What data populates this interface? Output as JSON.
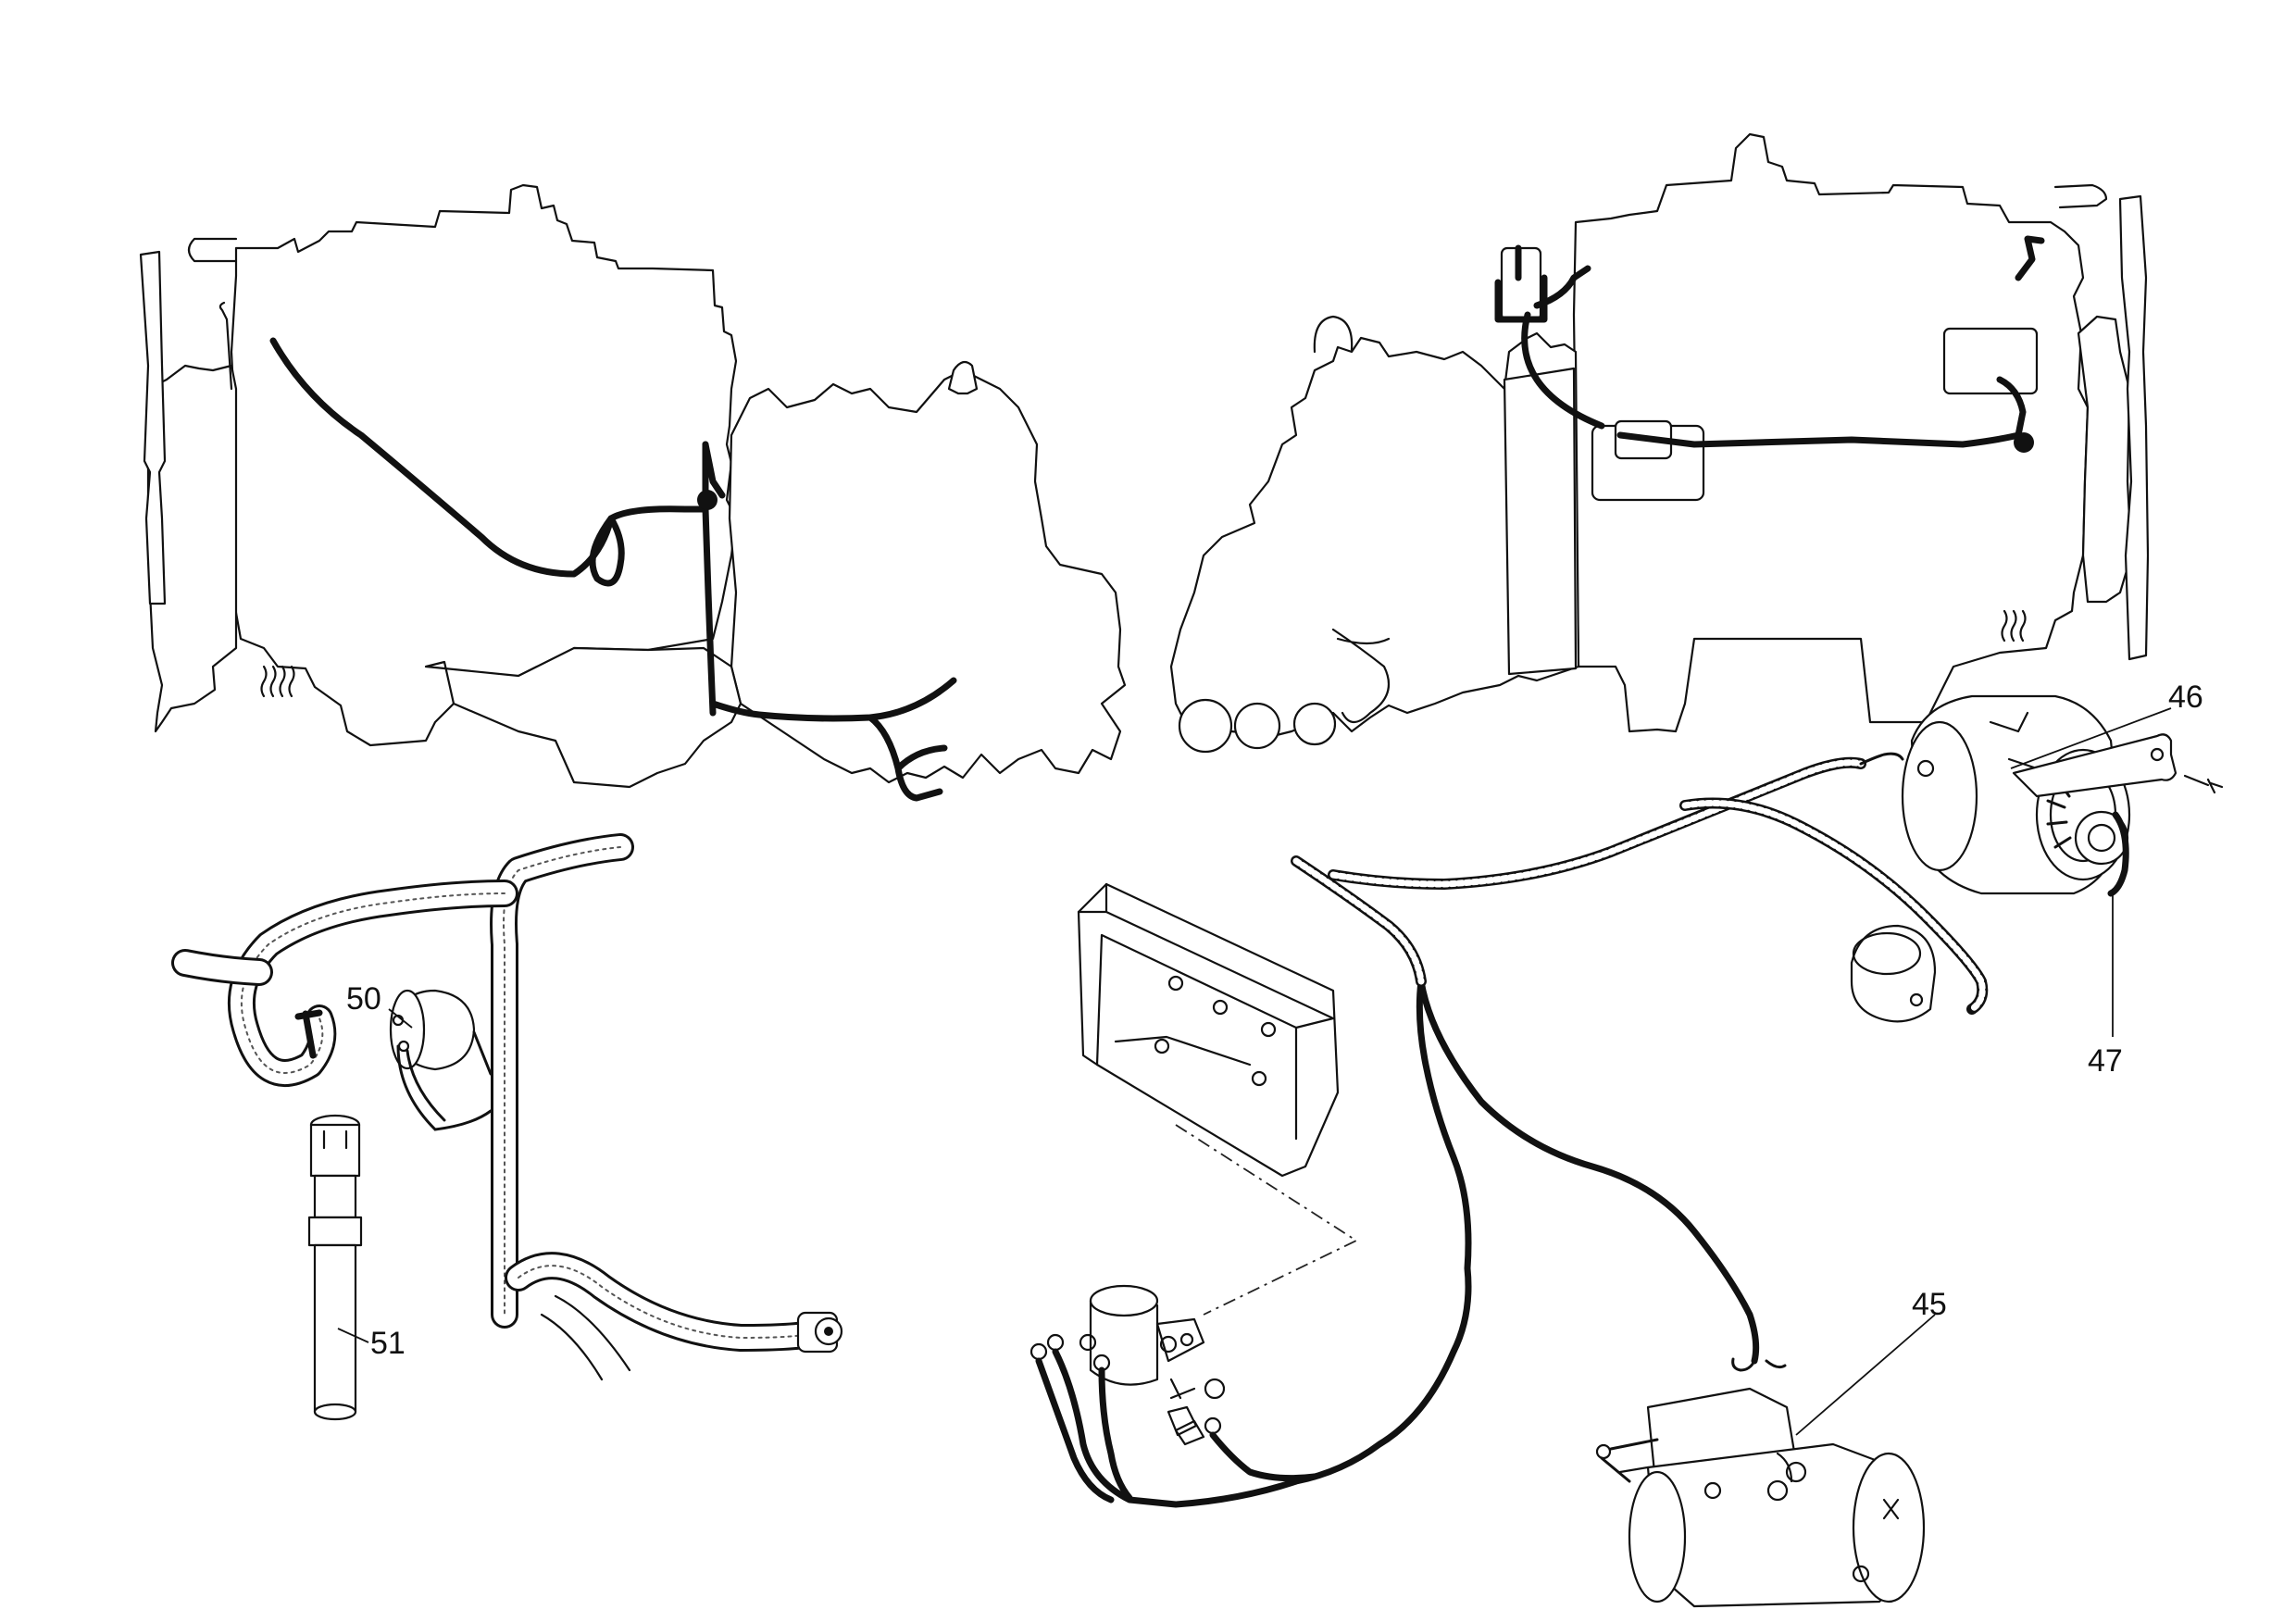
{
  "callouts": {
    "c45": "45",
    "c46": "46",
    "c47": "47",
    "c50": "50",
    "c51": "51"
  }
}
